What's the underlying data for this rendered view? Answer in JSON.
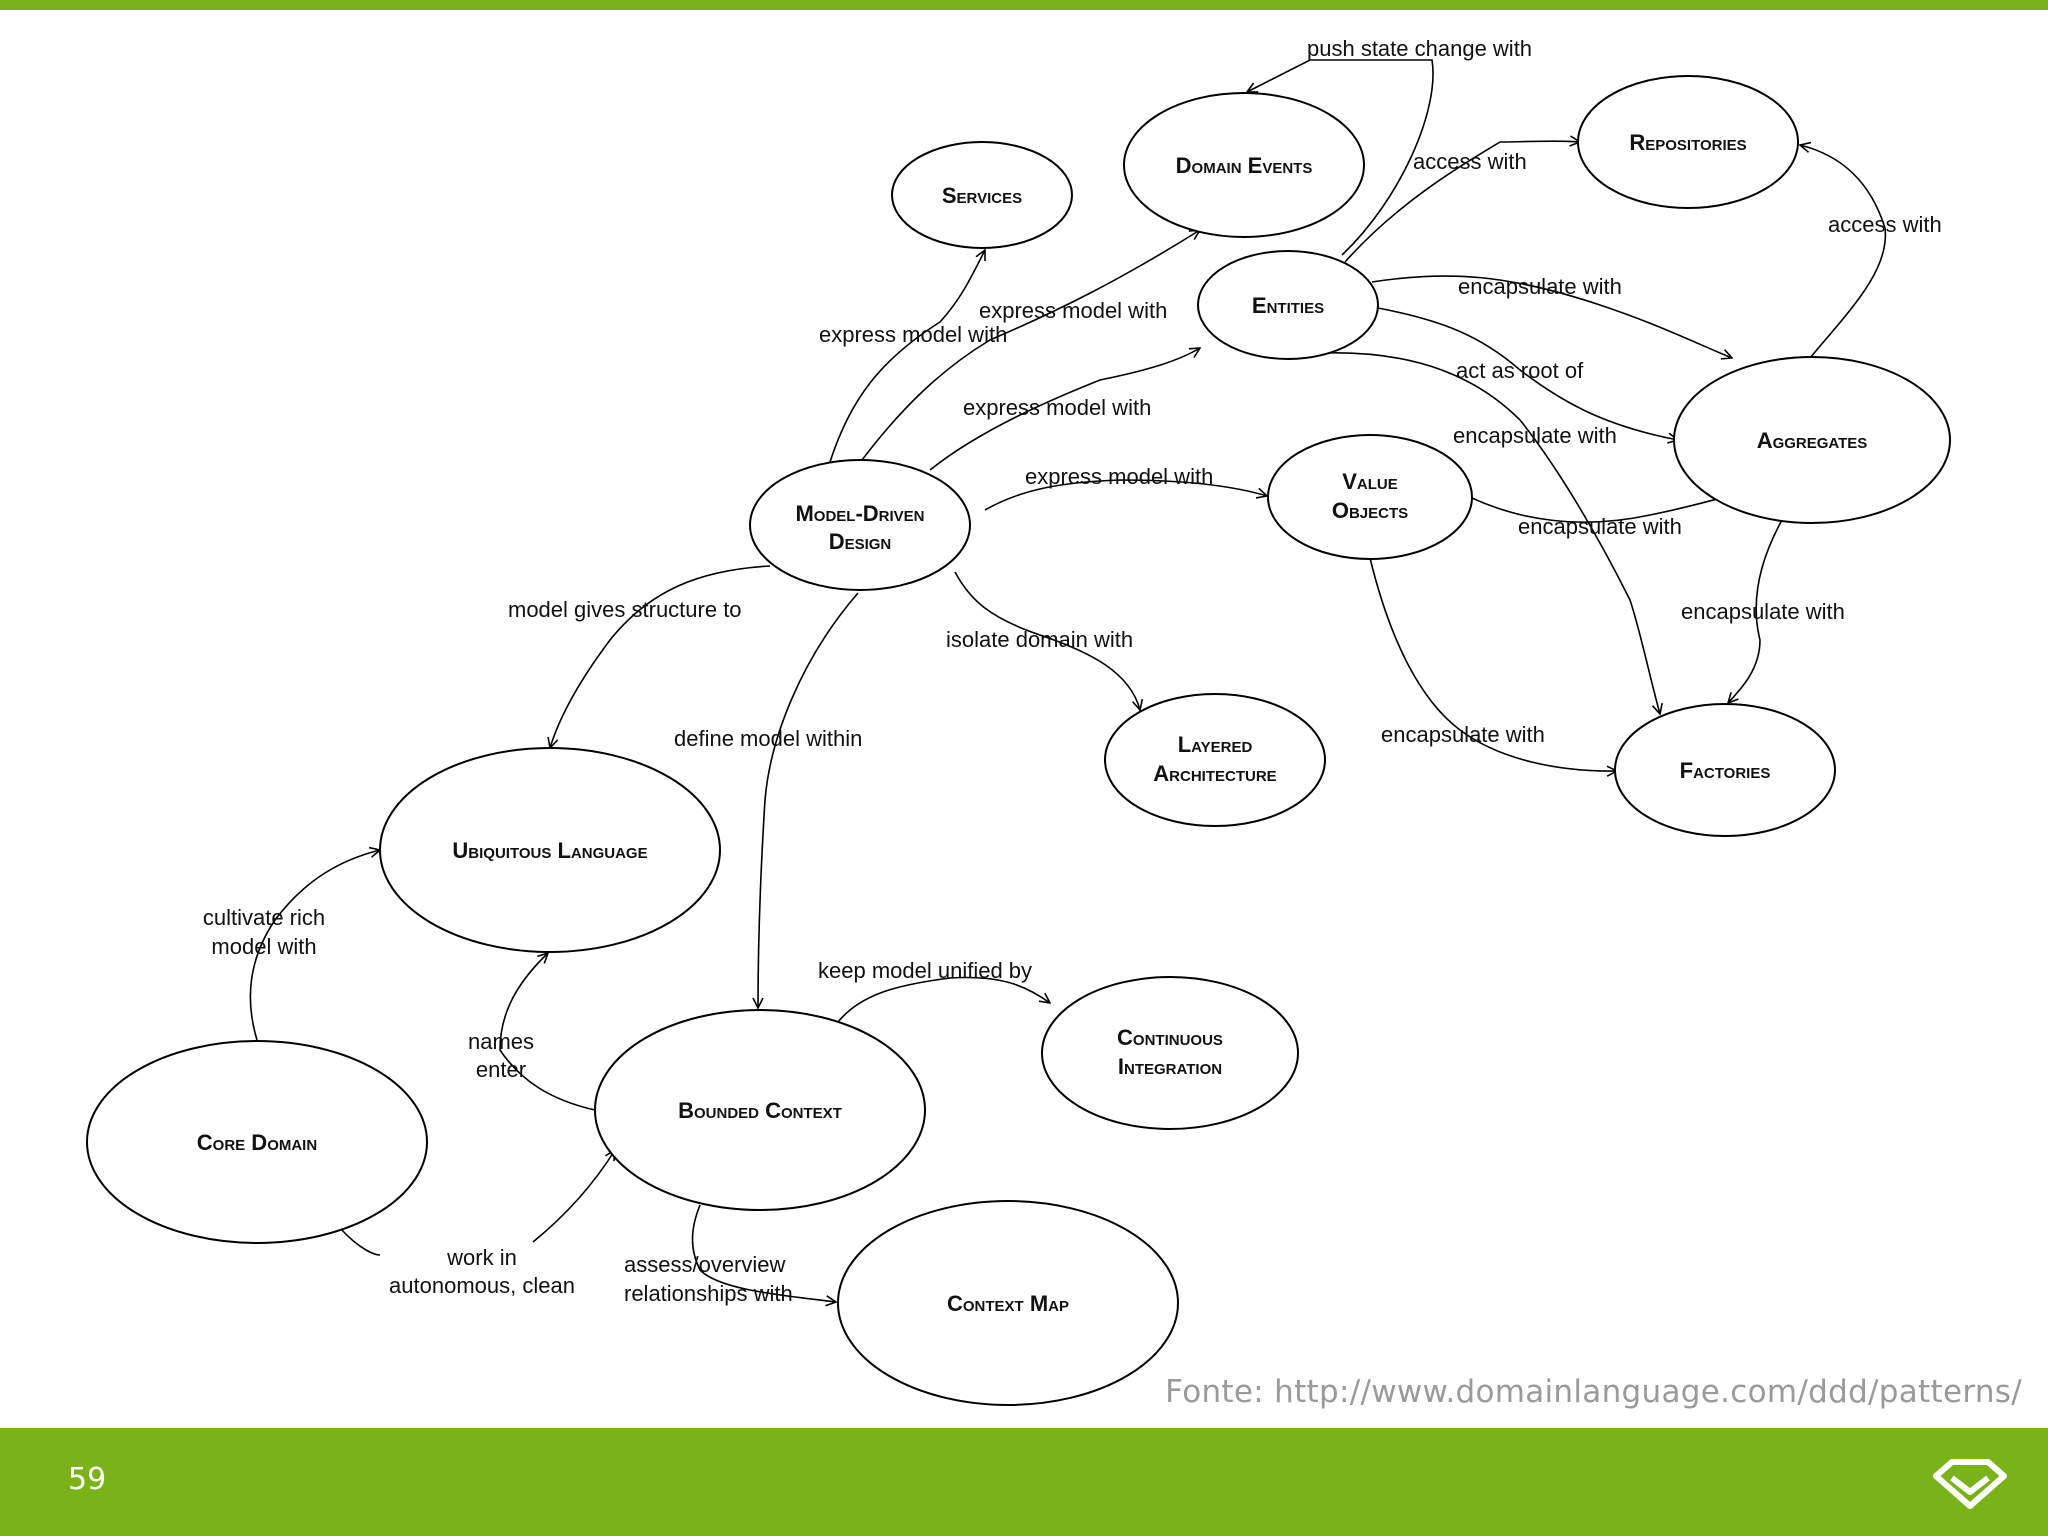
{
  "slide": {
    "page_number": "59",
    "source": "Fonte: http://www.domainlanguage.com/ddd/patterns/",
    "colors": {
      "accent": "#7ab317",
      "source_text": "#9a9a9a"
    },
    "logo_icon": "diamond-logo-icon"
  },
  "nodes": {
    "services": "Services",
    "domain_events": "Domain Events",
    "repositories": "Repositories",
    "entities": "Entities",
    "aggregates": "Aggregates",
    "value_objects": [
      "Value",
      "Objects"
    ],
    "model_driven_design": [
      "Model-Driven",
      "Design"
    ],
    "layered_architecture": [
      "Layered",
      "Architecture"
    ],
    "factories": "Factories",
    "ubiquitous_language": "Ubiquitous Language",
    "continuous_integration": [
      "Continuous",
      "Integration"
    ],
    "bounded_context": "Bounded Context",
    "core_domain": "Core Domain",
    "context_map": "Context Map"
  },
  "edges": {
    "push_state_change": "push state change with",
    "access_with_repos": "access with",
    "access_with_aggr": "access with",
    "encapsulate_entities_aggr": "encapsulate with",
    "act_as_root": "act as root of",
    "encapsulate_vo_factories": "encapsulate with",
    "encapsulate_vo_aggr": "encapsulate with",
    "encapsulate_aggr_factories": "encapsulate with",
    "encapsulate_vo_factories_low": "encapsulate with",
    "express_model_domain_events": "express model with",
    "express_model_services": "express model with",
    "express_model_entities": "express model with",
    "express_model_value_objects": "express model with",
    "model_gives_structure": "model gives structure to",
    "isolate_domain": "isolate domain with",
    "define_model_within": "define model within",
    "cultivate_rich": [
      "cultivate rich",
      "model with"
    ],
    "names_enter": [
      "names",
      "enter"
    ],
    "keep_model_unified": "keep model unified by",
    "work_in": [
      "work in",
      "autonomous, clean"
    ],
    "assess_overview": [
      "assess/overview",
      "relationships with"
    ]
  }
}
